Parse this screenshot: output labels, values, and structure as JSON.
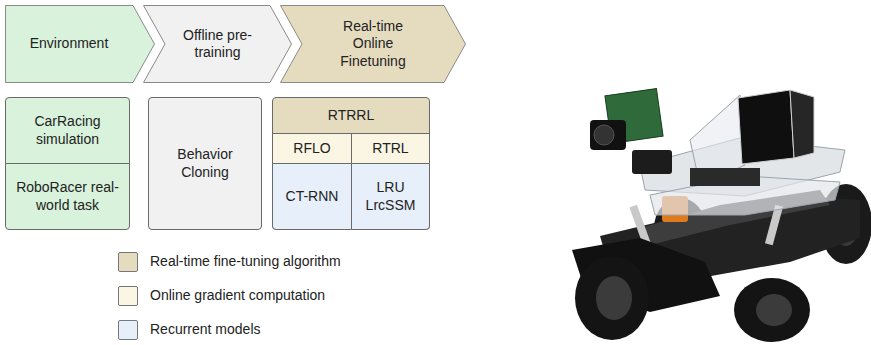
{
  "diagram": {
    "nodes": [
      {
        "text": [
          "Environment"
        ]
      },
      {
        "text": [
          "Offline pre-training"
        ]
      },
      {
        "text": [
          "Real-time Online Finetuning"
        ]
      },
      {
        "text": [
          "CarRacing simulation"
        ]
      },
      {
        "text": [
          "RoboRacer real-world task"
        ]
      },
      {
        "text": [
          "Behavior Cloning"
        ]
      },
      {
        "text": [
          "RTRRL"
        ]
      },
      {
        "text": [
          "RFLO"
        ],
        "in": 6
      },
      {
        "text": [
          "RTRL"
        ],
        "in": 6
      },
      {
        "text": [
          "CT-RNN"
        ],
        "in": 6
      },
      {
        "text": [
          "LRU LrcSSM"
        ],
        "in": 6
      }
    ],
    "legend": [
      {
        "text": "Real-time fine-tuning algorithm",
        "color": "#e5dcc0"
      },
      {
        "text": "Online gradient computation",
        "color": "#fbf6e3"
      },
      {
        "text": "Recurrent models",
        "color": "#e6effa"
      }
    ]
  }
}
